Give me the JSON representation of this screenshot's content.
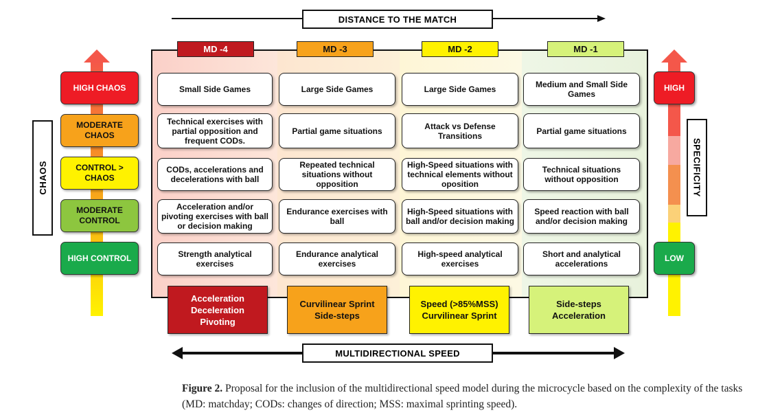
{
  "top_label": "DISTANCE TO THE MATCH",
  "bottom_label": "MULTIDIRECTIONAL SPEED",
  "left_axis_label": "CHAOS",
  "right_axis_label": "SPECIFICITY",
  "chaos_levels": [
    {
      "label": "HIGH CHAOS",
      "color": "#ee1c25",
      "text_color": "#ffffff"
    },
    {
      "label": "MODERATE CHAOS",
      "color": "#f7a21b",
      "text_color": "#111111"
    },
    {
      "label": "CONTROL > CHAOS",
      "color": "#fff200",
      "text_color": "#111111"
    },
    {
      "label": "MODERATE CONTROL",
      "color": "#8dc63f",
      "text_color": "#111111"
    },
    {
      "label": "HIGH CONTROL",
      "color": "#1aaa4b",
      "text_color": "#ffffff"
    }
  ],
  "specificity": {
    "high": "HIGH",
    "low": "LOW",
    "high_color": "#ee1c25",
    "low_color": "#1aaa4b"
  },
  "columns": [
    {
      "md": "MD -4",
      "md_color": "#c0191f",
      "md_text_color": "#ffffff",
      "bg": "#fde0d6",
      "cells": [
        "Small Side Games",
        "Technical exercises with partial opposition and frequent CODs.",
        "CODs, accelerations and decelerations with ball",
        "Acceleration and/or pivoting exercises with ball or decision making",
        "Strength analytical exercises"
      ],
      "bottom": "Acceleration Deceleration Pivoting",
      "bottom_color": "#c0191f",
      "bottom_text_color": "#ffffff"
    },
    {
      "md": "MD -3",
      "md_color": "#f7a21b",
      "md_text_color": "#111111",
      "bg": "#fdebd2",
      "cells": [
        "Large Side Games",
        "Partial game situations",
        "Repeated technical situations without opposition",
        "Endurance exercises with ball",
        "Endurance analytical exercises"
      ],
      "bottom": "Curvilinear Sprint Side-steps",
      "bottom_color": "#f7a21b",
      "bottom_text_color": "#111111"
    },
    {
      "md": "MD -2",
      "md_color": "#fff200",
      "md_text_color": "#111111",
      "bg": "#fdf7d8",
      "cells": [
        "Large Side Games",
        "Attack vs Defense Transitions",
        "High-Speed situations with technical elements without oposition",
        "High-Speed situations with ball and/or decision making",
        "High-speed analytical exercises"
      ],
      "bottom": "Speed (>85%MSS) Curvilinear Sprint",
      "bottom_color": "#fff200",
      "bottom_text_color": "#111111"
    },
    {
      "md": "MD -1",
      "md_color": "#d6f27a",
      "md_text_color": "#111111",
      "bg": "#eaf3e0",
      "cells": [
        "Medium and Small Side Games",
        "Partial game situations",
        "Technical situations without opposition",
        "Speed reaction with ball and/or decision making",
        "Short and analytical accelerations"
      ],
      "bottom": "Side-steps Acceleration",
      "bottom_color": "#d6f27a",
      "bottom_text_color": "#111111"
    }
  ],
  "caption": {
    "label": "Figure 2.",
    "text": "Proposal for the inclusion of the multidirectional speed model during the microcycle based on the complexity of the tasks (MD: matchday; CODs: changes of direction; MSS: maximal sprinting speed)."
  }
}
